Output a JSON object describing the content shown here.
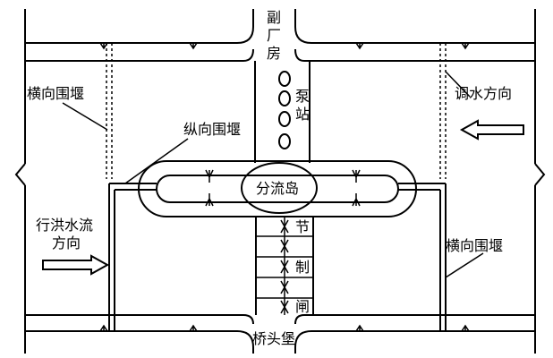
{
  "labels": {
    "side_powerhouse": [
      "副",
      "厂",
      "房"
    ],
    "pump_station": [
      "泵",
      "站"
    ],
    "diversion_island": "分流岛",
    "control_gate": [
      "节",
      "制",
      "闸"
    ],
    "bridgehead": "桥头堡",
    "transverse_cofferdam_left": "横向围堰",
    "transverse_cofferdam_right": "横向围堰",
    "longitudinal_cofferdam": "纵向围堰",
    "regulation_direction": "调水方向",
    "flood_flow_line1": "行洪水流",
    "flood_flow_line2": "方向"
  }
}
